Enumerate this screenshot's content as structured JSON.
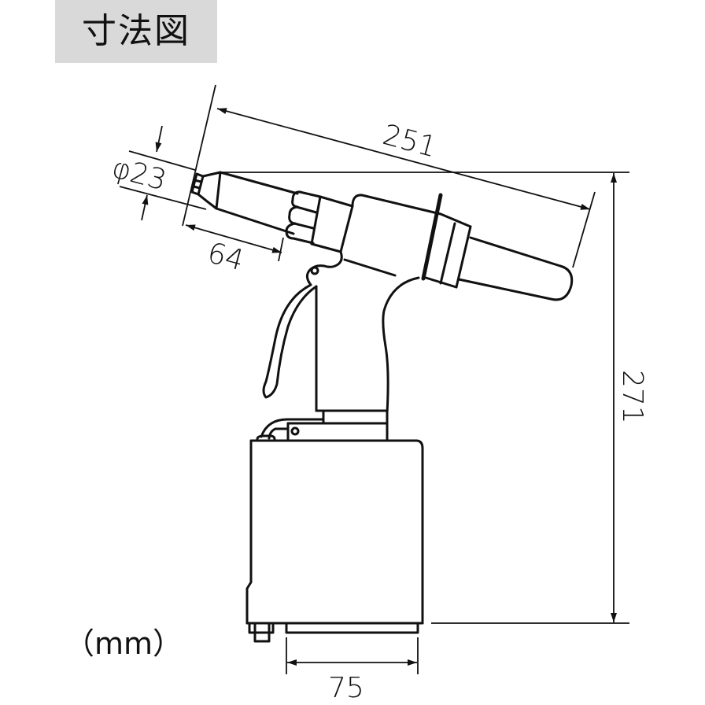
{
  "title": "寸法図",
  "unit_label": "（mm）",
  "dimensions": {
    "overall_length": "251",
    "nose_diameter": "φ23",
    "nose_length": "64",
    "height": "271",
    "base_width": "75"
  },
  "colors": {
    "line": "#111111",
    "title_background": "#d9d9d9",
    "background": "#ffffff"
  },
  "subject": "rivet-tool-side-view"
}
